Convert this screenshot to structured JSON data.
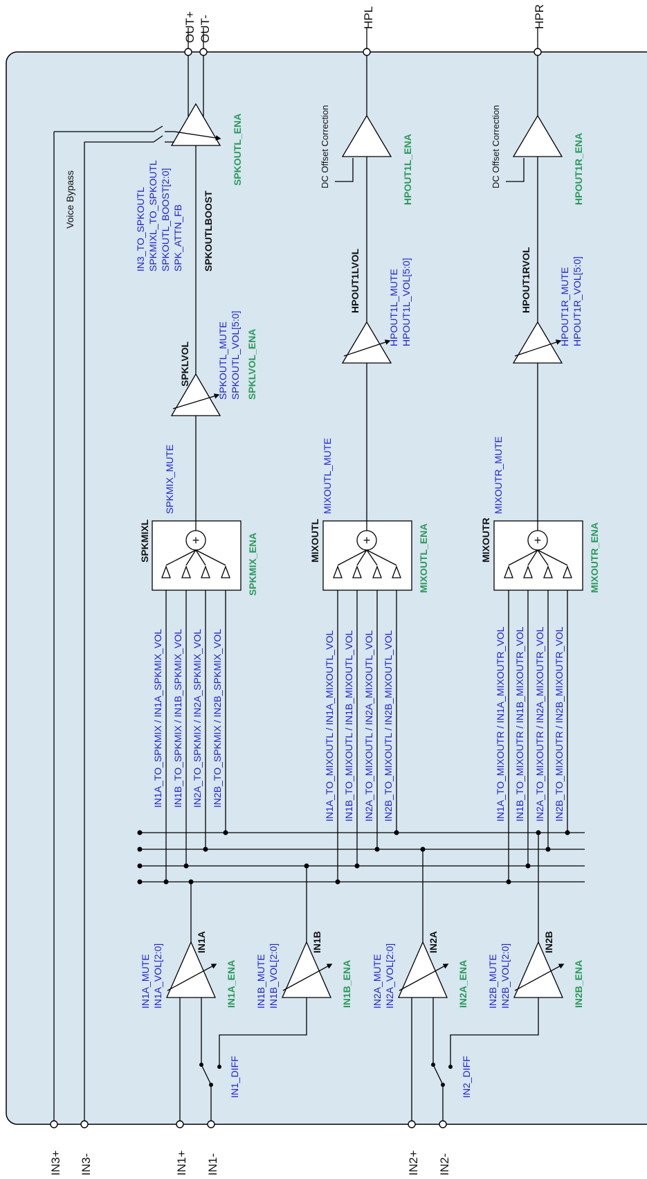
{
  "colors": {
    "panel_bg": "#d7e6ef",
    "register_text": "#2222cc",
    "enable_text": "#2a9a5a"
  },
  "outputs": {
    "out_plus": "OUT+",
    "out_minus": "OUT-",
    "hpl": "HPL",
    "hpr": "HPR"
  },
  "inputs": {
    "in3_plus": "IN3+",
    "in3_minus": "IN3-",
    "in1_plus": "IN1+",
    "in1_minus": "IN1-",
    "in2_plus": "IN2+",
    "in2_minus": "IN2-"
  },
  "voice_bypass": "Voice Bypass",
  "spkoutl_boost": {
    "regs": [
      "IN3_TO_SPKOUTL",
      "SPKMIXL_TO_SPKOUTL",
      "SPKOUTL_BOOST[2:0]",
      "SPK_ATTN_FB"
    ],
    "name": "SPKOUTLBOOST",
    "enable": "SPKOUTL_ENA"
  },
  "spklvol": {
    "name": "SPKLVOL",
    "regs": [
      "SPKOUTL_MUTE",
      "SPKOUTL_VOL[5:0]"
    ],
    "enable": "SPKLVOL_ENA"
  },
  "spkmixl": {
    "mute": "SPKMIX_MUTE",
    "name": "SPKMIXL",
    "enable": "SPKMIX_ENA",
    "inputs": [
      "IN1A_TO_SPKMIX / IN1A_SPKMIX_VOL",
      "IN1B_TO_SPKMIX / IN1B_SPKMIX_VOL",
      "IN2A_TO_SPKMIX / IN2A_SPKMIX_VOL",
      "IN2B_TO_SPKMIX / IN2B_SPKMIX_VOL"
    ]
  },
  "hpout1l": {
    "dc": "DC Offset Correction",
    "enable": "HPOUT1L_ENA",
    "vol_name": "HPOUT1LVOL",
    "regs": [
      "HPOUT1L_MUTE",
      "HPOUT1L_VOL[5:0]"
    ]
  },
  "mixoutl": {
    "mute": "MIXOUTL_MUTE",
    "name": "MIXOUTL",
    "enable": "MIXOUTL_ENA",
    "inputs": [
      "IN1A_TO_MIXOUTL / IN1A_MIXOUTL_VOL",
      "IN1B_TO_MIXOUTL / IN1B_MIXOUTL_VOL",
      "IN2A_TO_MIXOUTL / IN2A_MIXOUTL_VOL",
      "IN2B_TO_MIXOUTL / IN2B_MIXOUTL_VOL"
    ]
  },
  "hpout1r": {
    "dc": "DC Offset Correction",
    "enable": "HPOUT1R_ENA",
    "vol_name": "HPOUT1RVOL",
    "regs": [
      "HPOUT1R_MUTE",
      "HPOUT1R_VOL[5:0]"
    ]
  },
  "mixoutr": {
    "mute": "MIXOUTR_MUTE",
    "name": "MIXOUTR",
    "enable": "MIXOUTR_ENA",
    "inputs": [
      "IN1A_TO_MIXOUTR / IN1A_MIXOUTR_VOL",
      "IN1B_TO_MIXOUTR / IN1B_MIXOUTR_VOL",
      "IN2A_TO_MIXOUTR / IN2A_MIXOUTR_VOL",
      "IN2B_TO_MIXOUTR / IN2B_MIXOUTR_VOL"
    ]
  },
  "in_pgas": [
    {
      "name": "IN1A",
      "regs": [
        "IN1A_MUTE",
        "IN1A_VOL[2:0]"
      ],
      "enable": "IN1A_ENA"
    },
    {
      "name": "IN1B",
      "regs": [
        "IN1B_MUTE",
        "IN1B_VOL[2:0]"
      ],
      "enable": "IN1B_ENA"
    },
    {
      "name": "IN2A",
      "regs": [
        "IN2A_MUTE",
        "IN2A_VOL[2:0]"
      ],
      "enable": "IN2A_ENA"
    },
    {
      "name": "IN2B",
      "regs": [
        "IN2B_MUTE",
        "IN2B_VOL[2:0]"
      ],
      "enable": "IN2B_ENA"
    }
  ],
  "diff_switches": [
    "IN1_DIFF",
    "IN2_DIFF"
  ]
}
